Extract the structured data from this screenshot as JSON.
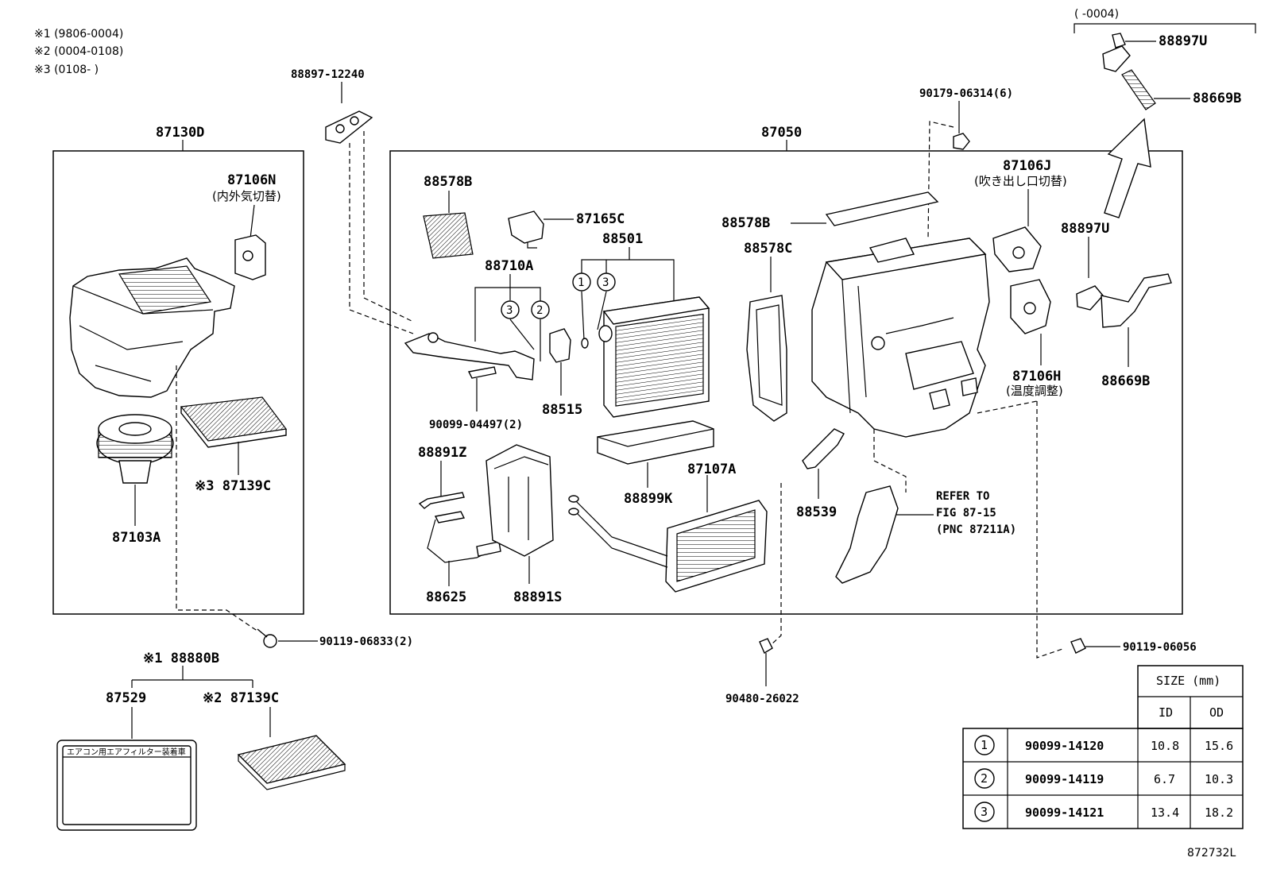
{
  "notes": [
    "※1 (9806-0004)",
    "※2 (0004-0108)",
    "※3 (0108-      )"
  ],
  "top_right_note": "(      -0004)",
  "labels": {
    "p87130D": "87130D",
    "p87106N": "87106N",
    "p87106N_jp": "(内外気切替)",
    "p87139C_3": "※3 87139C",
    "p87103A": "87103A",
    "p88897_12240": "88897-12240",
    "p87050": "87050",
    "p90179": "90179-06314(6)",
    "p88897U_top": "88897U",
    "p88669B_top": "88669B",
    "p88578B_left": "88578B",
    "p87165C": "87165C",
    "p88501": "88501",
    "p88710A": "88710A",
    "p90099_04497": "90099-04497(2)",
    "p88515": "88515",
    "p88578B_mid": "88578B",
    "p88578C": "88578C",
    "p87106J": "87106J",
    "p87106J_jp": "(吹き出し口切替)",
    "p88897U_right": "88897U",
    "p87106H": "87106H",
    "p87106H_jp": "(温度調整)",
    "p88669B_right": "88669B",
    "p88891Z": "88891Z",
    "p88625": "88625",
    "p88891S": "88891S",
    "p88899K": "88899K",
    "p87107A": "87107A",
    "p88539": "88539",
    "refer1": "REFER TO",
    "refer2": "FIG 87-15",
    "refer3": "(PNC 87211A)",
    "p90119_06833": "90119-06833(2)",
    "p90480": "90480-26022",
    "p90119_06056": "90119-06056",
    "p88880B": "※1 88880B",
    "p87529": "87529",
    "p87139C_2": "※2 87139C",
    "label_jp": "エアコン用エアフィルター装着車",
    "diagram_id": "872732L",
    "callout1": "1",
    "callout3a": "3",
    "callout3b": "3",
    "callout2": "2"
  },
  "size_table": {
    "title": "SIZE (mm)",
    "col_id": "ID",
    "col_od": "OD",
    "rows": [
      {
        "mark": "1",
        "part": "90099-14120",
        "id": "10.8",
        "od": "15.6"
      },
      {
        "mark": "2",
        "part": "90099-14119",
        "id": "6.7",
        "od": "10.3"
      },
      {
        "mark": "3",
        "part": "90099-14121",
        "id": "13.4",
        "od": "18.2"
      }
    ]
  }
}
